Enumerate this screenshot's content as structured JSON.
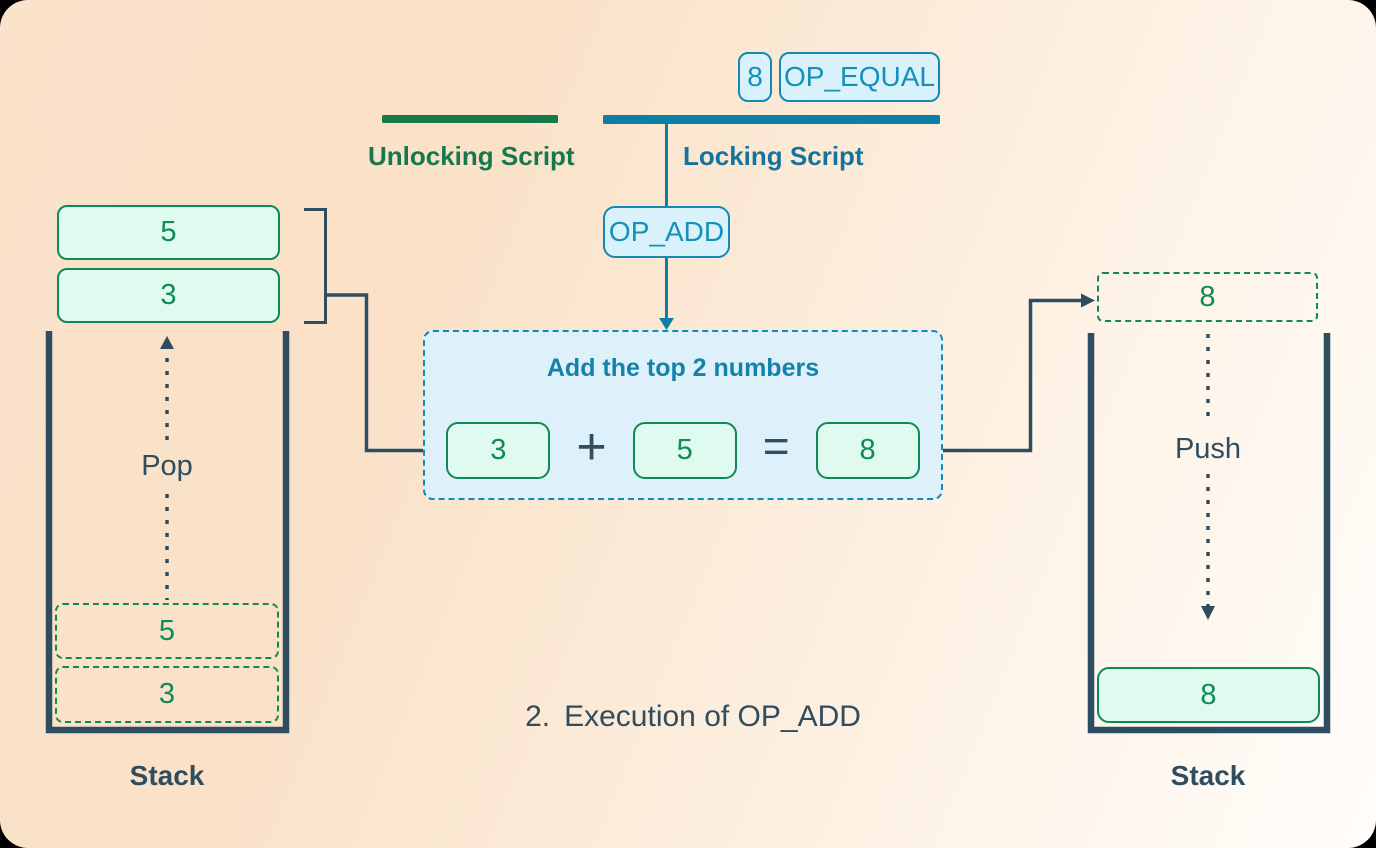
{
  "locking_script": {
    "label": "Locking Script",
    "tokens": [
      "8",
      "OP_EQUAL"
    ],
    "op": "OP_ADD"
  },
  "unlocking_script": {
    "label": "Unlocking Script"
  },
  "left_stack": {
    "popped_items": [
      "5",
      "3"
    ],
    "pop_label": "Pop",
    "removed_items": [
      "5",
      "3"
    ],
    "label": "Stack"
  },
  "operation": {
    "title": "Add the top 2 numbers",
    "operand_a": "3",
    "plus": "+",
    "operand_b": "5",
    "equals": "=",
    "result": "8"
  },
  "right_stack": {
    "incoming_item": "8",
    "push_label": "Push",
    "top_item": "8",
    "label": "Stack"
  },
  "caption": {
    "number": "2.",
    "text": "Execution of OP_ADD"
  },
  "colors": {
    "green": "#0e8a57",
    "green_bar": "#15794b",
    "green_fill": "#dffaef",
    "blue": "#1389b4",
    "blue_bar": "#0d7ea6",
    "blue_fill": "#d9f1fb",
    "operation_fill": "#def1fb",
    "slate": "#2e4d60",
    "background_start": "#fbe3cb",
    "background_end": "#fffdfa"
  }
}
